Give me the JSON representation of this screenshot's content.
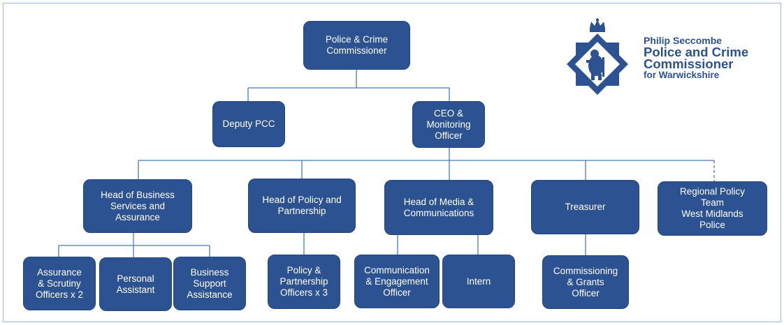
{
  "chart": {
    "pcc": "Police & Crime\nCommissioner",
    "deputy": "Deputy PCC",
    "ceo": "CEO &\nMonitoring\nOfficer",
    "head_business": "Head of Business\nServices and\nAssurance",
    "head_policy": "Head of Policy and\nPartnership",
    "head_media": "Head of Media &\nCommunications",
    "treasurer": "Treasurer",
    "regional": "Regional Policy\nTeam\nWest Midlands\nPolice",
    "assurance_officers": "Assurance\n& Scrutiny\nOfficers x 2",
    "personal_assistant": "Personal\nAssistant",
    "business_support": "Business\nSupport\nAssistance",
    "policy_officers": "Policy &\nPartnership\nOfficers x 3",
    "comms_officer": "Communication\n& Engagement\nOfficer",
    "intern": "Intern",
    "commissioning_officer": "Commissioning\n& Grants\nOfficer"
  },
  "logo": {
    "name": "Philip Seccombe",
    "line1": "Police and Crime",
    "line2": "Commissioner",
    "line3": "for Warwickshire"
  },
  "colors": {
    "box_fill": "#2c5291",
    "line": "#4a78b8",
    "logo_blue": "#2c5291"
  }
}
